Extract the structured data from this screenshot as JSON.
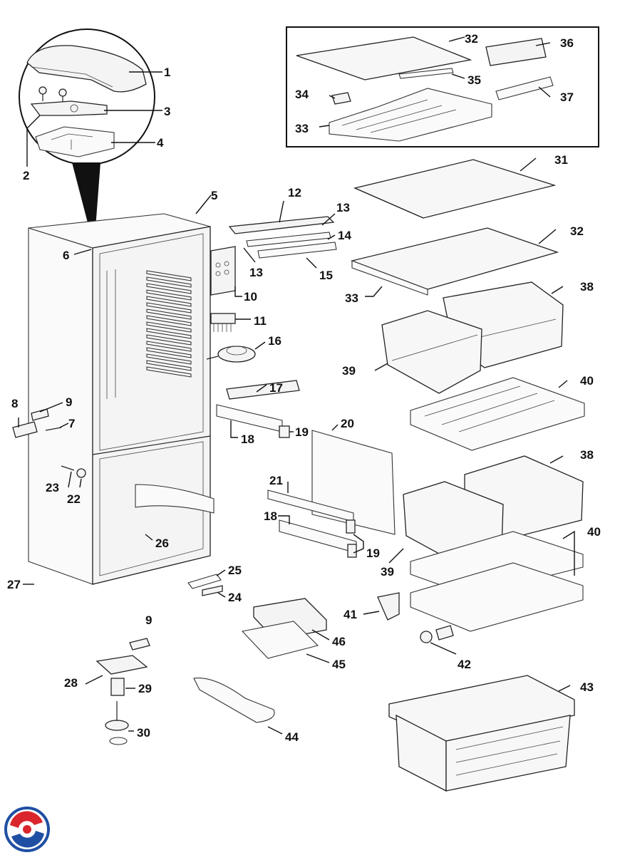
{
  "diagram": {
    "callouts": {
      "c1": "1",
      "c2": "2",
      "c3": "3",
      "c4": "4",
      "c5": "5",
      "c6": "6",
      "c7": "7",
      "c8": "8",
      "c9a": "9",
      "c9b": "9",
      "c10": "10",
      "c11": "11",
      "c12": "12",
      "c13a": "13",
      "c13b": "13",
      "c14": "14",
      "c15": "15",
      "c16": "16",
      "c17": "17",
      "c18a": "18",
      "c18b": "18",
      "c19a": "19",
      "c19b": "19",
      "c20": "20",
      "c21": "21",
      "c22": "22",
      "c23": "23",
      "c24": "24",
      "c25": "25",
      "c26": "26",
      "c27": "27",
      "c28": "28",
      "c29": "29",
      "c30": "30",
      "c31": "31",
      "c32a": "32",
      "c32b": "32",
      "c33a": "33",
      "c33b": "33",
      "c34": "34",
      "c35": "35",
      "c36": "36",
      "c37": "37",
      "c38a": "38",
      "c38b": "38",
      "c39a": "39",
      "c39b": "39",
      "c40a": "40",
      "c40b": "40",
      "c41": "41",
      "c42": "42",
      "c43": "43",
      "c44": "44",
      "c45": "45",
      "c46": "46"
    }
  },
  "logo": {
    "colors": {
      "red": "#d9262c",
      "blue": "#1f4fa3"
    }
  }
}
